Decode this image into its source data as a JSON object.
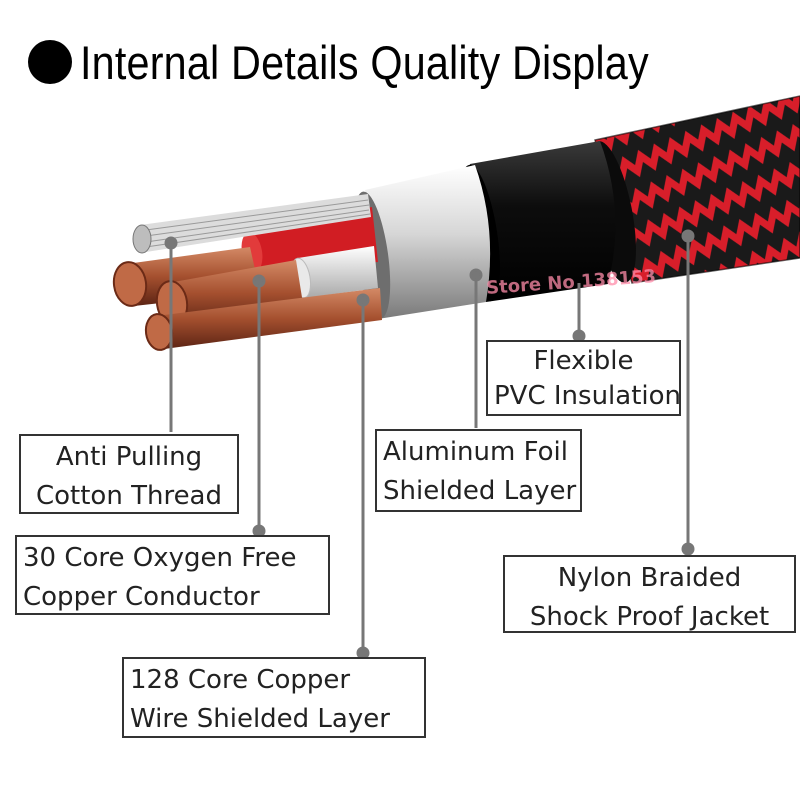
{
  "title": "Internal Details Quality Display",
  "watermark": "Store No 138153",
  "labels": {
    "cotton": [
      "Anti Pulling",
      "Cotton Thread"
    ],
    "conductor": [
      "30 Core Oxygen Free",
      "Copper Conductor"
    ],
    "shield": [
      "128 Core Copper",
      "Wire Shielded Layer"
    ],
    "foil": [
      "Aluminum Foil",
      "Shielded Layer"
    ],
    "pvc": [
      "Flexible",
      "PVC Insulation"
    ],
    "jacket": [
      "Nylon Braided",
      "Shock Proof Jacket"
    ]
  },
  "colors": {
    "braid_red": "#d81e2a",
    "braid_black": "#1a1a1a",
    "copper": "#b5603f",
    "aluminum": "#c9c9c9",
    "pvc_black": "#111111"
  }
}
